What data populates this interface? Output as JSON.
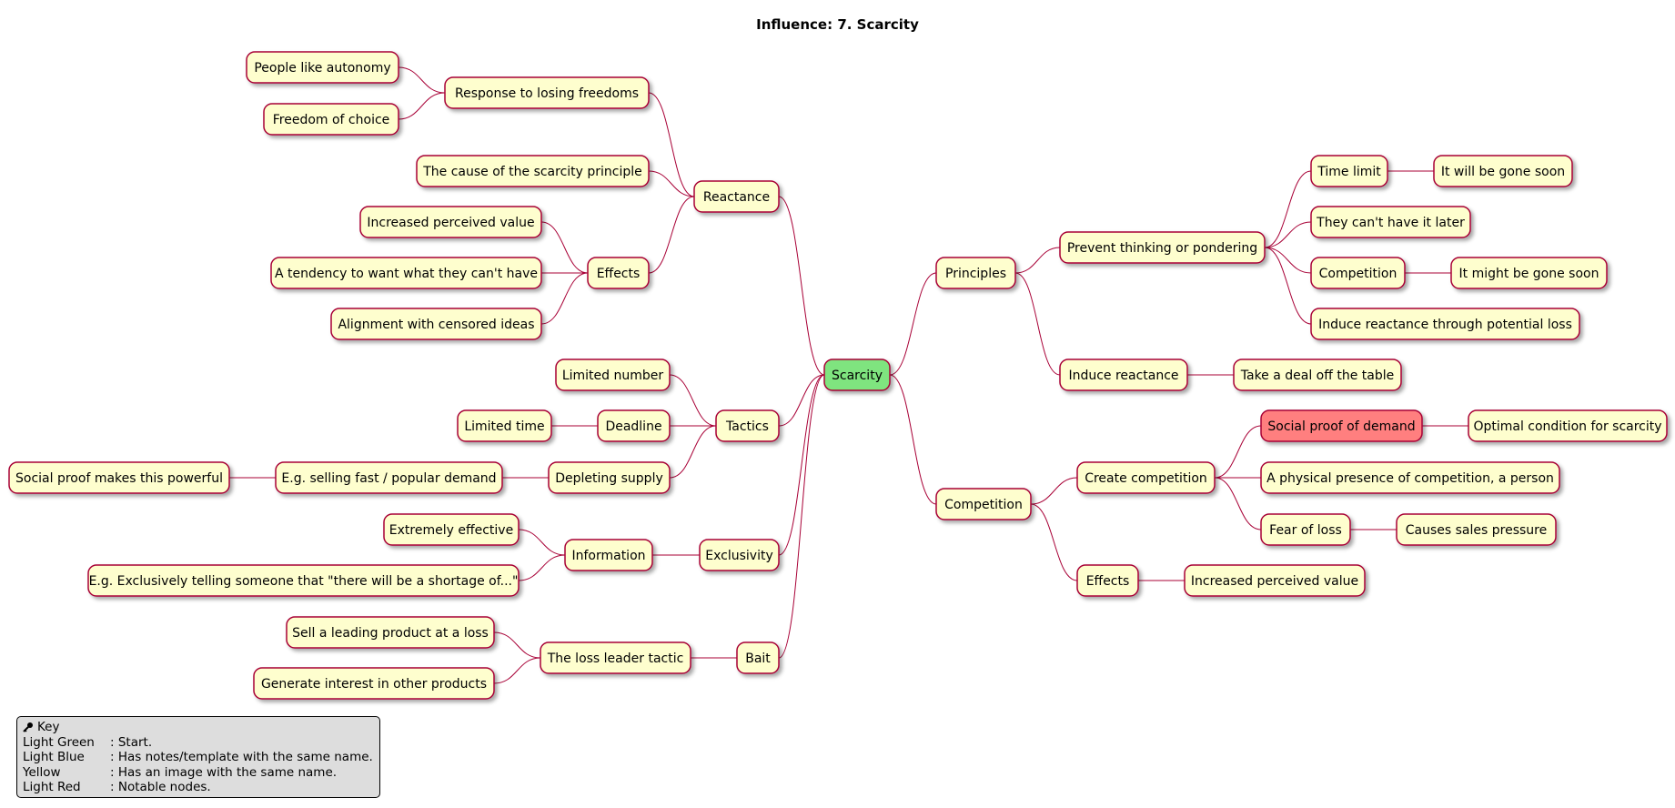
{
  "title": "Influence: 7. Scarcity",
  "colors": {
    "node_fill": "#fefece",
    "node_stroke": "#a80036",
    "root_fill": "#7fe47f",
    "notable_fill": "#ff7f7f",
    "edge": "#a80036",
    "legend_bg": "#dddddd"
  },
  "nodes": {
    "root": "Scarcity",
    "principles": "Principles",
    "prevent": "Prevent thinking or pondering",
    "time_limit": "Time limit",
    "gone_soon": "It will be gone soon",
    "cant_have": "They can't have it later",
    "competition_p": "Competition",
    "might_gone": "It might be gone soon",
    "induce_loss": "Induce reactance through potential loss",
    "induce_react": "Induce reactance",
    "take_deal": "Take a deal off the table",
    "competition": "Competition",
    "create_comp": "Create competition",
    "social_proof": "Social proof of demand",
    "optimal": "Optimal condition for scarcity",
    "physical": "A physical presence of competition, a person",
    "fear_loss": "Fear of loss",
    "sales_pressure": "Causes sales pressure",
    "effects_r": "Effects",
    "perceived_r": "Increased perceived value",
    "reactance": "Reactance",
    "response": "Response to losing freedoms",
    "autonomy": "People like autonomy",
    "freedom": "Freedom of choice",
    "cause": "The cause of the scarcity principle",
    "effects_l": "Effects",
    "perceived_l": "Increased perceived value",
    "tendency": "A tendency to want what they can't have",
    "alignment": "Alignment with censored ideas",
    "tactics": "Tactics",
    "limited_num": "Limited number",
    "deadline": "Deadline",
    "limited_time": "Limited time",
    "depleting": "Depleting supply",
    "selling_fast": "E.g. selling fast / popular demand",
    "social_powerful": "Social proof makes this powerful",
    "exclusivity": "Exclusivity",
    "information": "Information",
    "extremely": "Extremely effective",
    "exclusively": "E.g. Exclusively telling someone that \"there will be a shortage of...\"",
    "bait": "Bait",
    "loss_leader": "The loss leader tactic",
    "sell_leading": "Sell a leading product at a loss",
    "generate": "Generate interest in other products"
  },
  "legend": {
    "icon": "key-icon",
    "header": "Key",
    "rows": [
      {
        "key": "Light Green",
        "desc": ": Start."
      },
      {
        "key": "Light Blue",
        "desc": ": Has notes/template with the same name."
      },
      {
        "key": "Yellow",
        "desc": ": Has an image with the same name."
      },
      {
        "key": "Light Red",
        "desc": ": Notable nodes."
      }
    ]
  }
}
